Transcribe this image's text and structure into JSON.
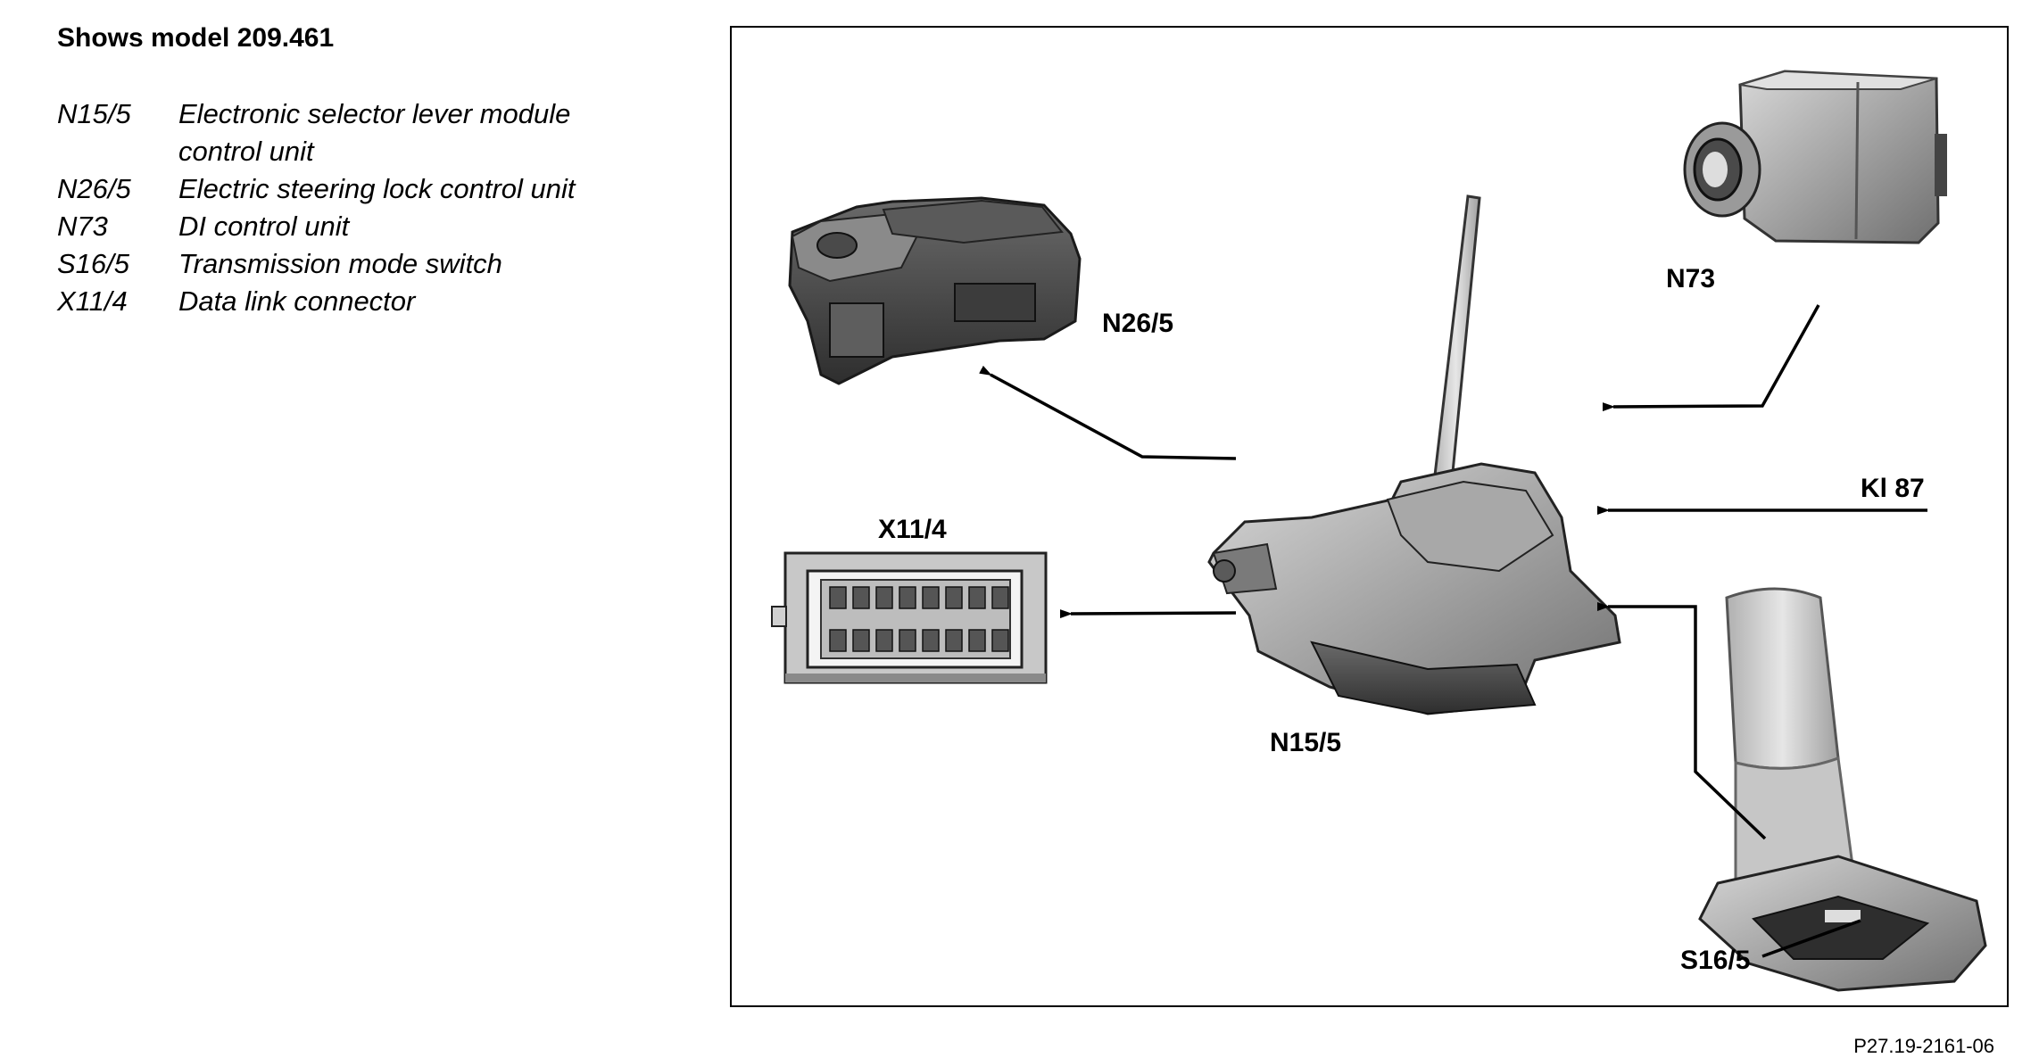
{
  "heading": "Shows model 209.461",
  "legend": [
    {
      "code": "N15/5",
      "desc": "Electronic selector lever module control unit"
    },
    {
      "code": "N26/5",
      "desc": "Electric steering lock control unit"
    },
    {
      "code": "N73",
      "desc": "DI control unit"
    },
    {
      "code": "S16/5",
      "desc": "Transmission mode switch"
    },
    {
      "code": "X11/4",
      "desc": "Data link connector"
    }
  ],
  "labels": {
    "n26": "N26/5",
    "n73": "N73",
    "x11": "X11/4",
    "kl87": "Kl 87",
    "n15": "N15/5",
    "s16": "S16/5"
  },
  "figure_ref": "P27.19-2161-06"
}
